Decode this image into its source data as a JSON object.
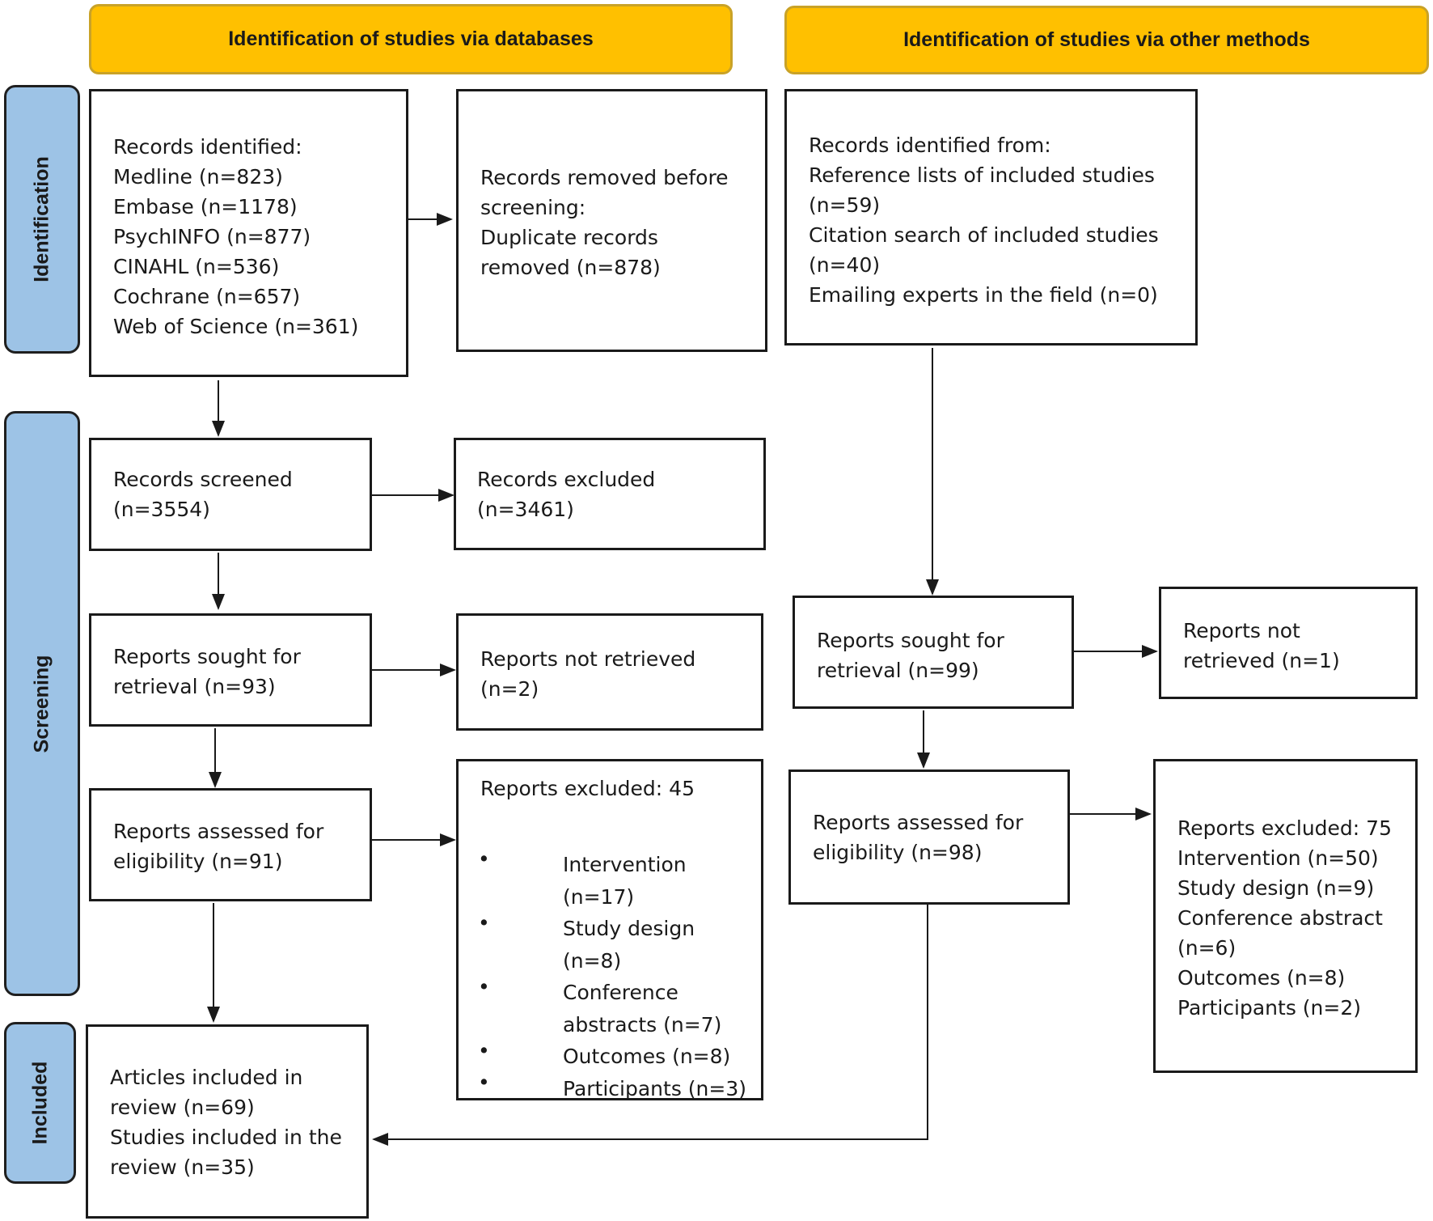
{
  "headers": {
    "databases": "Identification of studies via databases",
    "other": "Identification of studies via other methods"
  },
  "phases": {
    "identification": "Identification",
    "screening": "Screening",
    "included": "Included"
  },
  "databases": {
    "records_identified": [
      "Records identified:",
      "Medline (n=823)",
      "Embase (n=1178)",
      "PsychINFO (n=877)",
      "CINAHL (n=536)",
      "Cochrane (n=657)",
      "Web of Science (n=361)"
    ],
    "records_removed": [
      "Records removed before",
      "screening:",
      "Duplicate records",
      "removed (n=878)"
    ],
    "records_screened": [
      "Records screened",
      "(n=3554)"
    ],
    "records_excluded": [
      "Records excluded",
      "(n=3461)"
    ],
    "reports_sought": [
      "Reports sought for",
      "retrieval (n=93)"
    ],
    "reports_not_retrieved": [
      "Reports not retrieved",
      "(n=2)"
    ],
    "reports_assessed": [
      "Reports assessed for",
      "eligibility (n=91)"
    ],
    "reports_excluded": {
      "title": "Reports excluded: 45",
      "items": [
        [
          "Intervention",
          "(n=17)"
        ],
        [
          "Study design",
          "(n=8)"
        ],
        [
          "Conference",
          "abstracts (n=7)"
        ],
        [
          "Outcomes (n=8)"
        ],
        [
          "Participants (n=3)"
        ]
      ]
    }
  },
  "other_methods": {
    "records_identified": [
      "Records identified from:",
      "Reference lists of included studies",
      "(n=59)",
      "Citation search of included studies",
      "(n=40)",
      "Emailing experts in the field (n=0)"
    ],
    "reports_sought": [
      "Reports sought for",
      "retrieval (n=99)"
    ],
    "reports_not_retrieved": [
      "Reports not",
      "retrieved (n=1)"
    ],
    "reports_assessed": [
      "Reports assessed for",
      "eligibility (n=98)"
    ],
    "reports_excluded": [
      "Reports excluded: 75",
      "Intervention (n=50)",
      "Study design (n=9)",
      "Conference abstract",
      "(n=6)",
      "Outcomes (n=8)",
      "Participants (n=2)"
    ]
  },
  "included": [
    "Articles included in",
    "review (n=69)",
    "Studies included in the",
    "review (n=35)"
  ]
}
